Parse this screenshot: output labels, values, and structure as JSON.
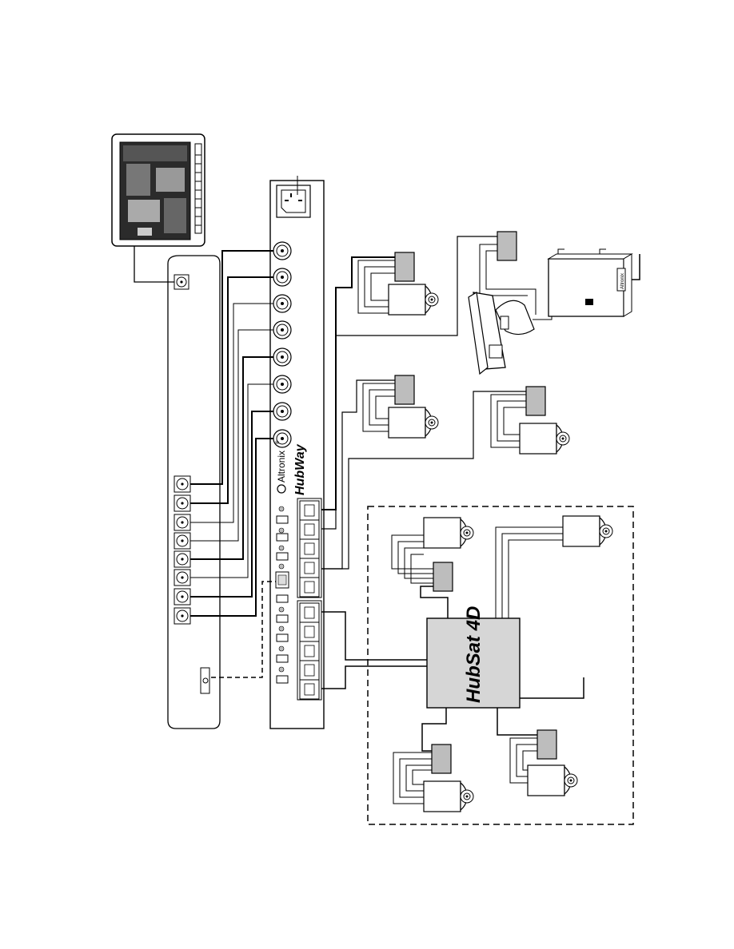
{
  "labels": {
    "altronix": "Altronix",
    "altronix_reg": "®",
    "hubway": "HubWay",
    "hubsat": "HubSat 4D",
    "enclosure_badge": "Altronix"
  },
  "counts": {
    "dvr_inputs": 8,
    "hubway_bnc": 8,
    "hubway_rj45_upper": 5,
    "hubway_rj45_lower": 5,
    "hubsat_cameras": 4
  },
  "colors": {
    "line": "#000000",
    "device_fill": "#ffffff",
    "transceiver_fill": "#bdbdbd",
    "hub_fill": "#d6d6d6"
  }
}
